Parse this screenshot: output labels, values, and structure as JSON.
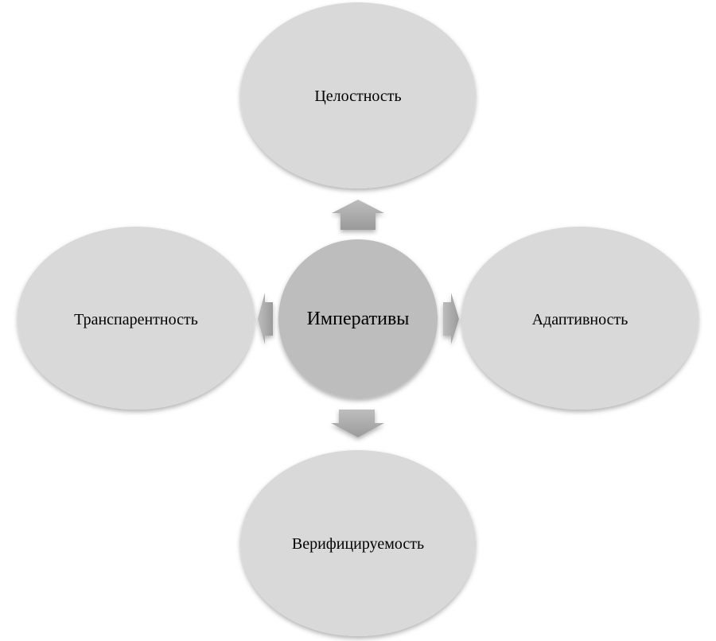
{
  "diagram": {
    "center": {
      "label": "Императивы"
    },
    "nodes": {
      "top": {
        "label": "Целостность"
      },
      "left": {
        "label": "Транспарентность"
      },
      "right": {
        "label": "Адаптивность"
      },
      "bottom": {
        "label": "Верифицируемость"
      }
    }
  },
  "colors": {
    "outer_fill": "#d9d9d9",
    "center_fill": "#bdbdbd",
    "arrow_fill": "#a6a6a6"
  }
}
